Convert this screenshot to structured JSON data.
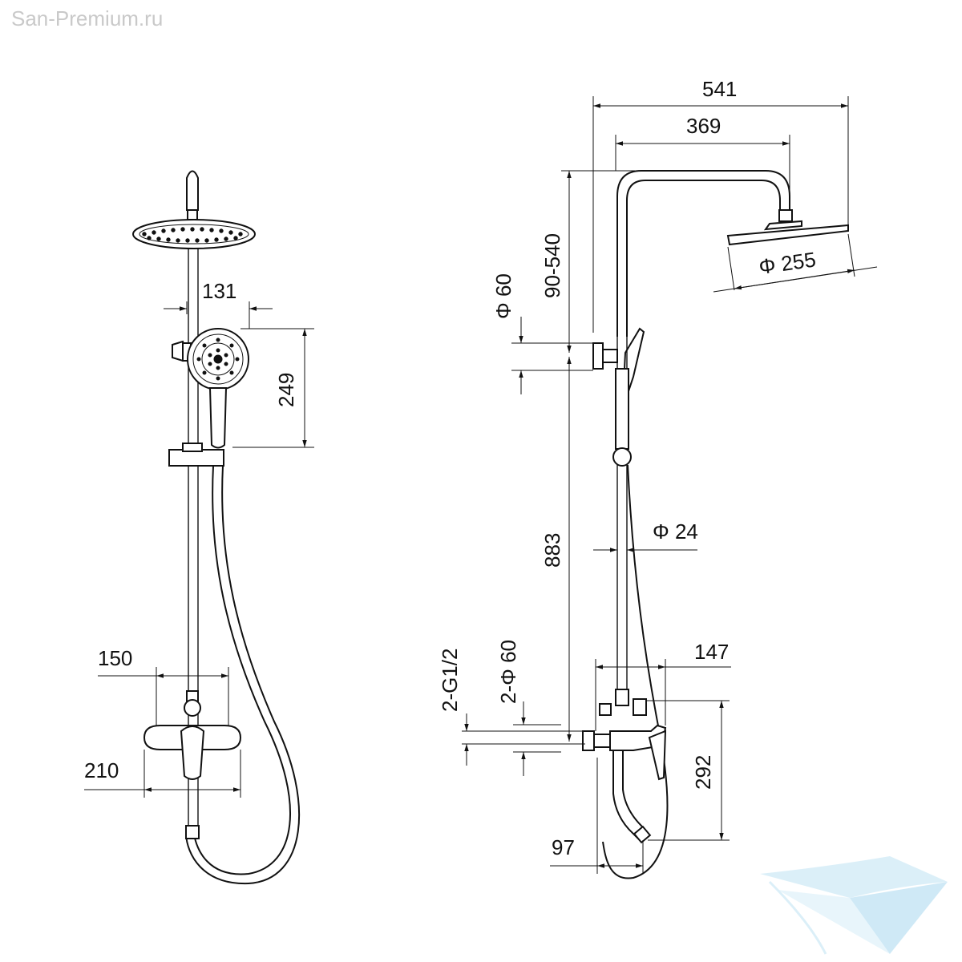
{
  "watermark": "San-Premium.ru",
  "front_view": {
    "dim_handshower_width": "131",
    "dim_handshower_height": "249",
    "dim_mixer_top": "150",
    "dim_mixer_width": "210"
  },
  "side_view": {
    "dim_total_depth": "541",
    "dim_arm_reach": "369",
    "dim_head_diameter": "Φ 255",
    "dim_height_adjust": "90-540",
    "dim_flange_small": "Φ 60",
    "dim_column_height": "883",
    "dim_pipe_diameter": "Φ 24",
    "dim_inlet_thread": "2-G1/2",
    "dim_inlet_flange": "2-Φ 60",
    "dim_mixer_depth": "147",
    "dim_mixer_height": "292",
    "dim_spout_depth": "97"
  },
  "logo": "wave-logo-icon"
}
